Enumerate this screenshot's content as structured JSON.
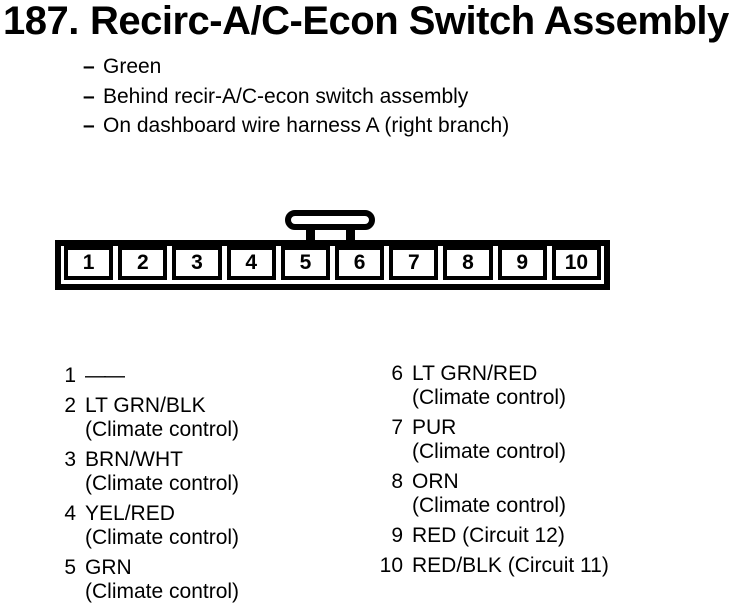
{
  "header": {
    "number": "187.",
    "title": "Recirc-A/C-Econ Switch Assembly",
    "bullet_char": "–",
    "notes": [
      "Green",
      "Behind recir-A/C-econ switch assembly",
      "On dashboard wire harness A (right branch)"
    ]
  },
  "connector": {
    "pins": [
      "1",
      "2",
      "3",
      "4",
      "5",
      "6",
      "7",
      "8",
      "9",
      "10"
    ]
  },
  "pinout": {
    "left": [
      {
        "num": "1",
        "wire": "——",
        "note": ""
      },
      {
        "num": "2",
        "wire": "LT GRN/BLK",
        "note": "(Climate control)"
      },
      {
        "num": "3",
        "wire": "BRN/WHT",
        "note": "(Climate control)"
      },
      {
        "num": "4",
        "wire": "YEL/RED",
        "note": "(Climate control)"
      },
      {
        "num": "5",
        "wire": "GRN",
        "note": "(Climate control)"
      }
    ],
    "right": [
      {
        "num": "6",
        "wire": "LT GRN/RED",
        "note": "(Climate control)"
      },
      {
        "num": "7",
        "wire": "PUR",
        "note": "(Climate control)"
      },
      {
        "num": "8",
        "wire": "ORN",
        "note": "(Climate control)"
      },
      {
        "num": "9",
        "wire": "RED (Circuit 12)",
        "note": ""
      },
      {
        "num": "10",
        "wire": "RED/BLK (Circuit 11)",
        "note": ""
      }
    ]
  },
  "colors": {
    "ink": "#000000",
    "paper": "#ffffff"
  }
}
